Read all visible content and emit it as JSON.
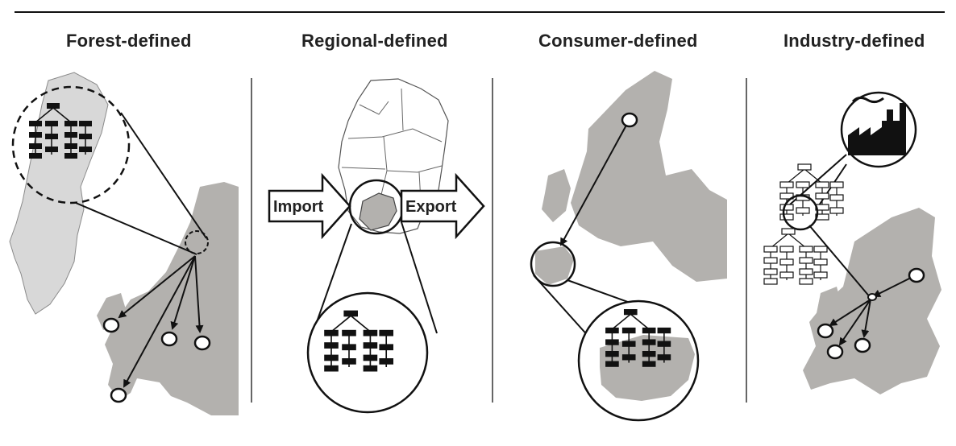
{
  "panels": [
    {
      "title": "Forest-defined"
    },
    {
      "title": "Regional-defined"
    },
    {
      "title": "Consumer-defined"
    },
    {
      "title": "Industry-defined"
    }
  ],
  "arrows": {
    "import_label": "Import",
    "export_label": "Export"
  },
  "colors": {
    "map_fill": "#b3b1ae",
    "sweden_fill": "#d8d8d8",
    "ink": "#111111"
  }
}
